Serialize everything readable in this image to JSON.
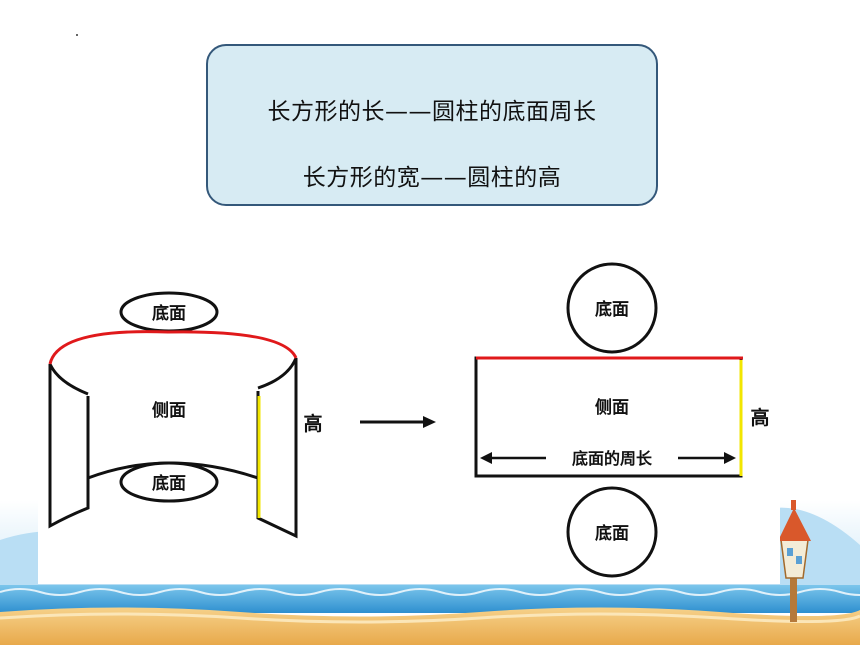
{
  "callout": {
    "line1": "长方形的长——圆柱的底面周长",
    "line2": "长方形的宽——圆柱的高"
  },
  "diagram": {
    "cylinder": {
      "top_base": "底面",
      "side": "侧面",
      "bottom_base": "底面",
      "height": "高"
    },
    "net": {
      "top_circle": "底面",
      "side": "侧面",
      "circumference": "底面的周长",
      "bottom_circle": "底面",
      "height": "高"
    },
    "colors": {
      "length_edge": "#e0191b",
      "height_edge": "#f2e600"
    }
  }
}
